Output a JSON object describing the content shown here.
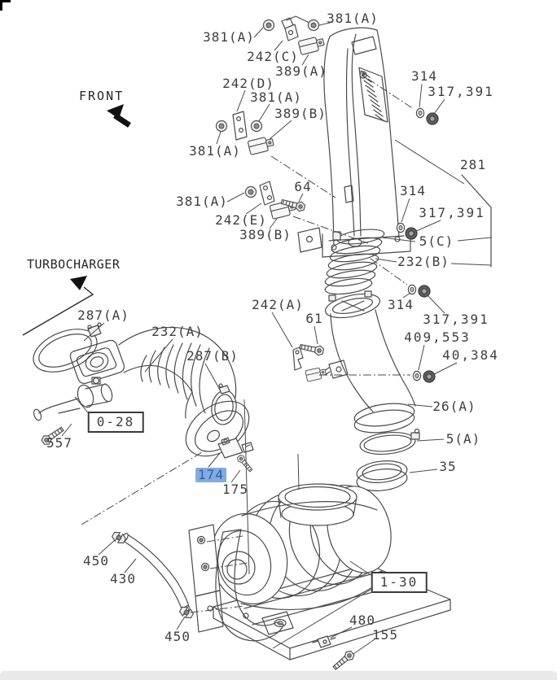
{
  "page_type": "parts-catalog-diagram",
  "annotations": {
    "front": "FRONT",
    "turbocharger": "TURBOCHARGER"
  },
  "reference_boxes": [
    {
      "label": "0-28"
    },
    {
      "label": "1-30"
    }
  ],
  "highlighted_part": {
    "number": "174"
  },
  "colors": {
    "highlight_bg": "#83abdd",
    "highlight_text": "#2f5da8",
    "line": "#4a4a4a",
    "scrollbar_track": "#e9e9e9"
  },
  "part_labels": [
    {
      "text": "381(A)"
    },
    {
      "text": "381(A)"
    },
    {
      "text": "242(C)"
    },
    {
      "text": "389(A)"
    },
    {
      "text": "242(D)"
    },
    {
      "text": "381(A)"
    },
    {
      "text": "389(B)"
    },
    {
      "text": "381(A)"
    },
    {
      "text": "381(A)"
    },
    {
      "text": "64"
    },
    {
      "text": "242(E)"
    },
    {
      "text": "389(B)"
    },
    {
      "text": "314"
    },
    {
      "text": "317,391"
    },
    {
      "text": "281"
    },
    {
      "text": "314"
    },
    {
      "text": "317,391"
    },
    {
      "text": "5(C)"
    },
    {
      "text": "232(B)"
    },
    {
      "text": "314"
    },
    {
      "text": "317,391"
    },
    {
      "text": "409,553"
    },
    {
      "text": "40,384"
    },
    {
      "text": "287(A)"
    },
    {
      "text": "232(A)"
    },
    {
      "text": "287(B)"
    },
    {
      "text": "242(A)"
    },
    {
      "text": "61"
    },
    {
      "text": "557"
    },
    {
      "text": "174"
    },
    {
      "text": "175"
    },
    {
      "text": "26(A)"
    },
    {
      "text": "5(A)"
    },
    {
      "text": "35"
    },
    {
      "text": "450"
    },
    {
      "text": "430"
    },
    {
      "text": "450"
    },
    {
      "text": "480"
    },
    {
      "text": "155"
    }
  ]
}
